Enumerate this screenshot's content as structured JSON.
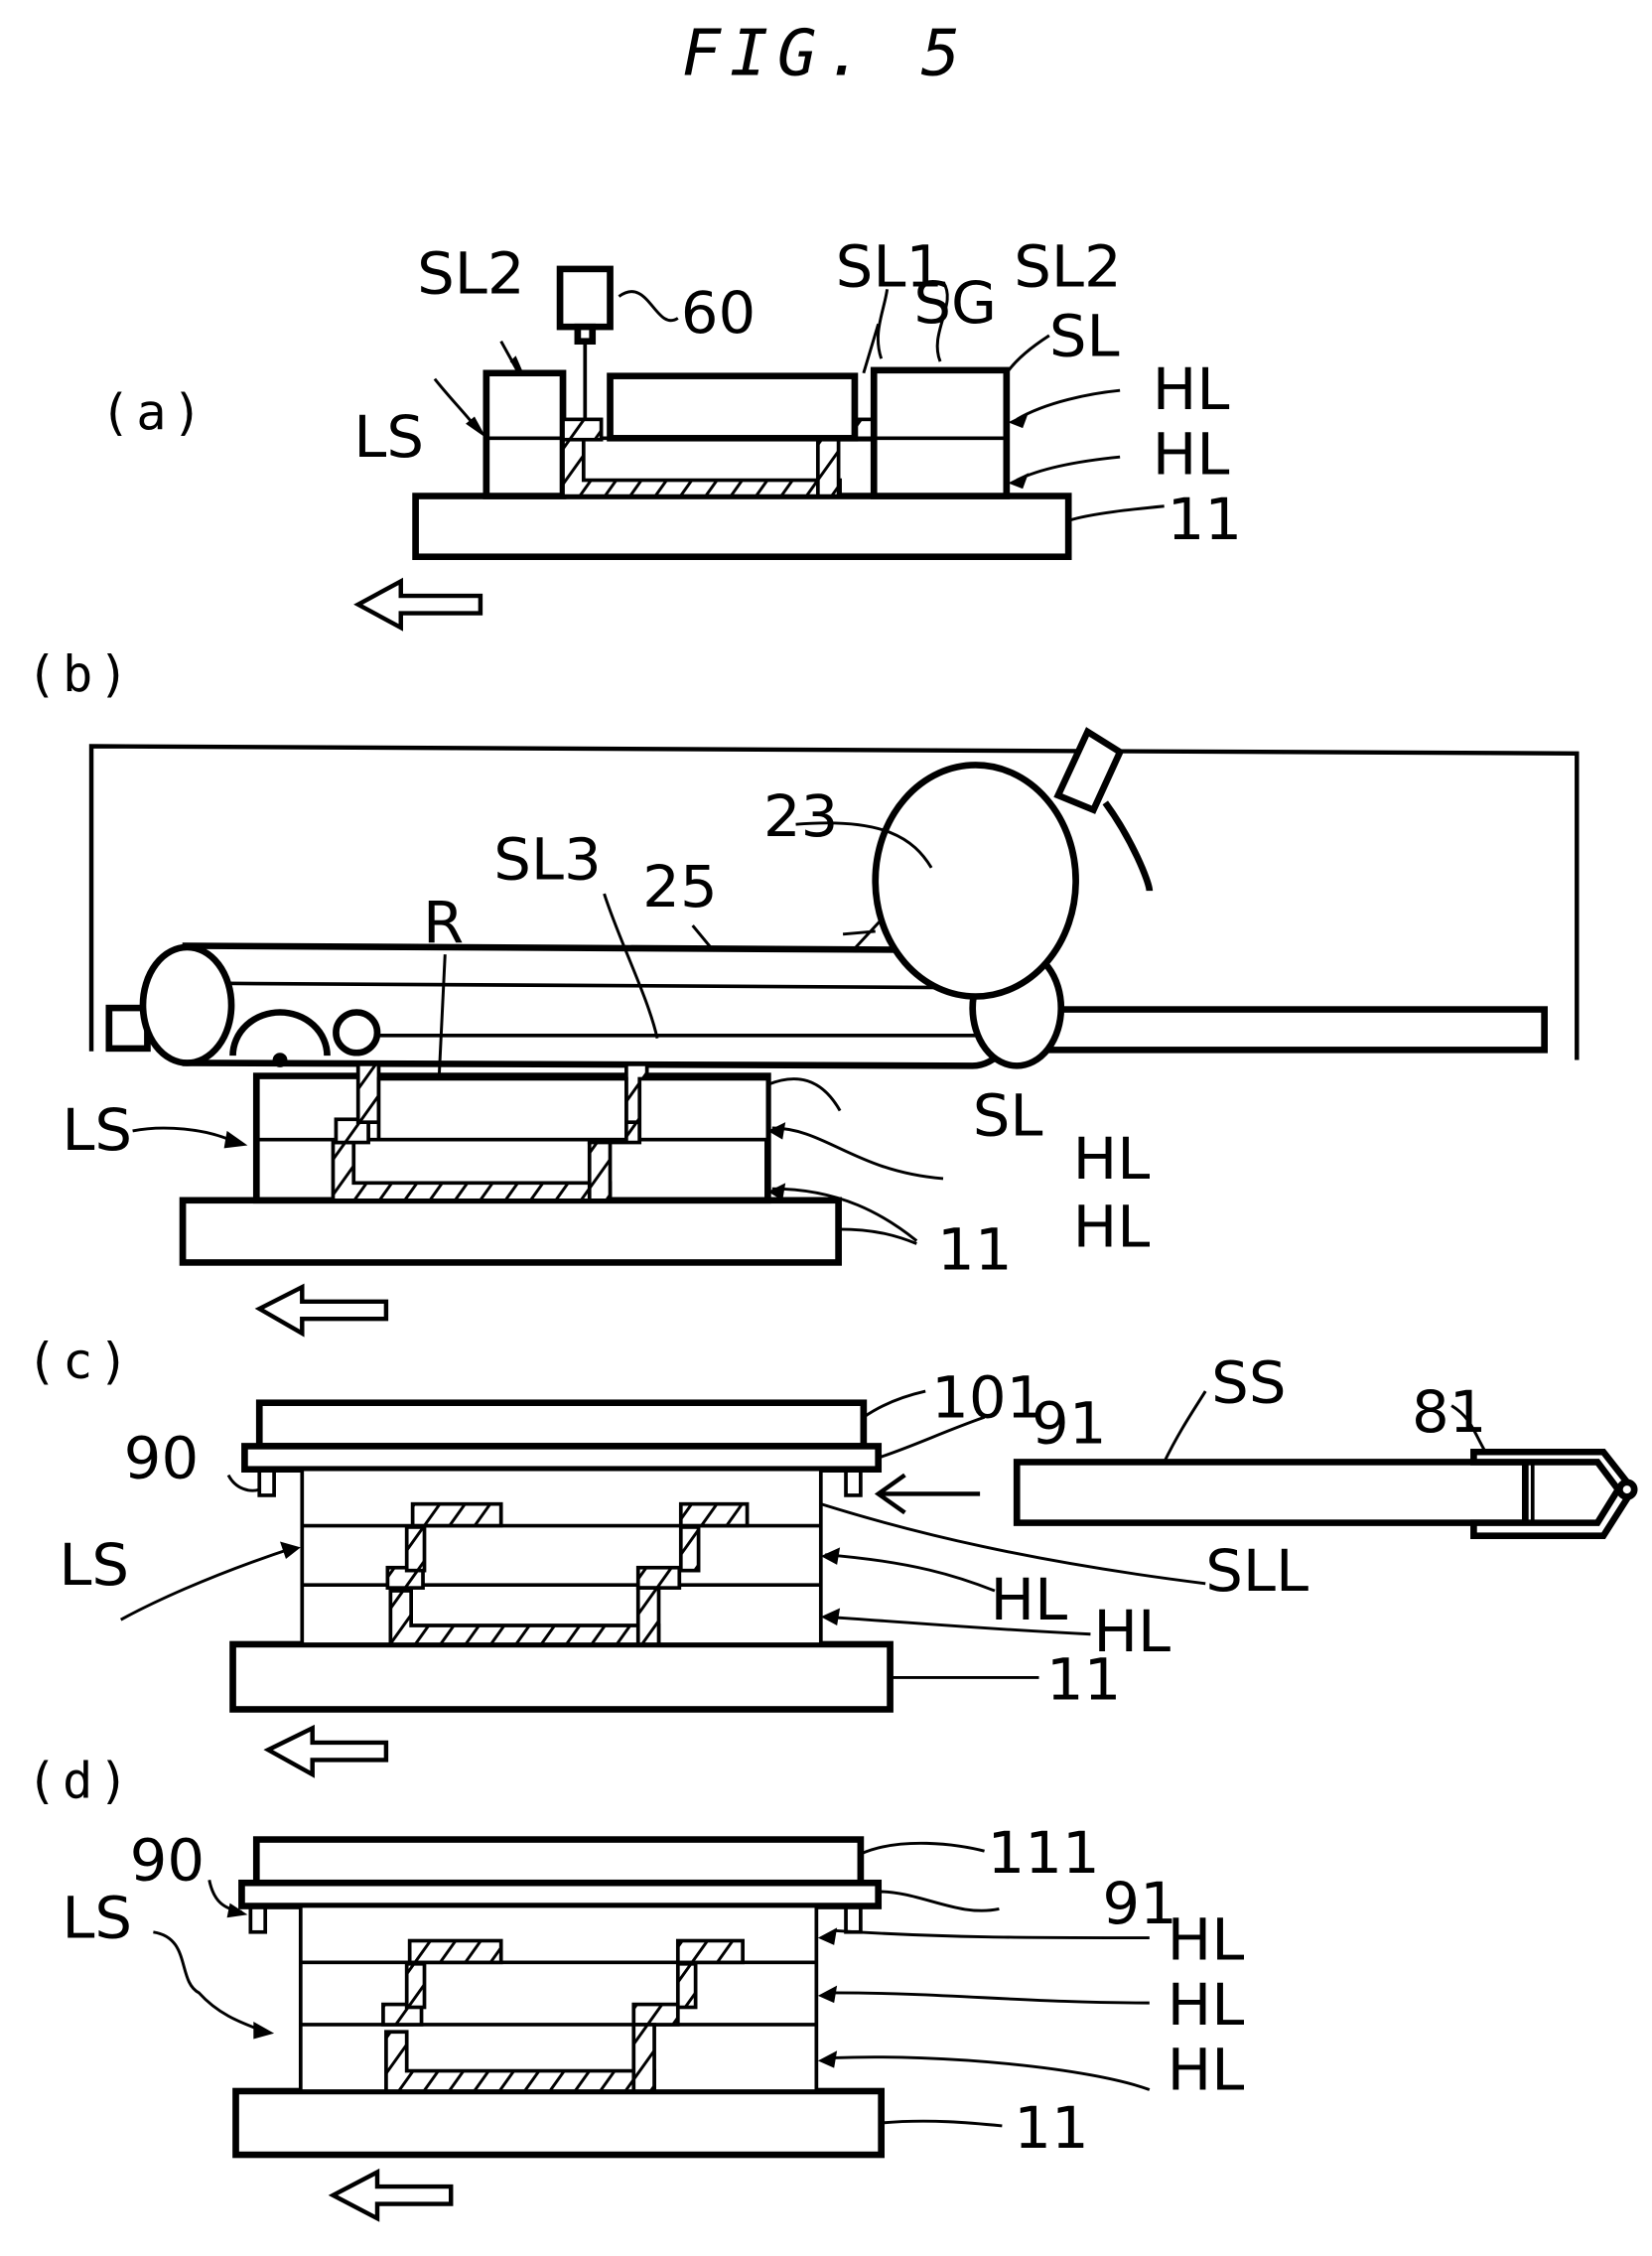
{
  "figure": {
    "title": "FIG. 5",
    "panels": {
      "a": {
        "label": "(a)",
        "labels": {
          "ls": "LS",
          "sl2_left": "SL2",
          "sensor": "60",
          "sl1": "SL1",
          "sg": "SG",
          "sl2_right": "SL2",
          "sl": "SL",
          "hl_top": "HL",
          "hl_bottom": "HL",
          "base": "11"
        },
        "direction": "left"
      },
      "b": {
        "label": "(b)",
        "labels": {
          "drum": "23",
          "belt": "25",
          "sl3": "SL3",
          "r": "R",
          "ls": "LS",
          "sl": "SL",
          "hl_top": "HL",
          "hl_bottom": "HL",
          "base": "11"
        },
        "direction": "left"
      },
      "c": {
        "label": "(c)",
        "labels": {
          "plate": "101",
          "frame": "91",
          "pin": "90",
          "ls": "LS",
          "ss": "SS",
          "tool": "81",
          "sll": "SLL",
          "hl_top": "HL",
          "hl_bottom": "HL",
          "base": "11"
        },
        "direction": "left"
      },
      "d": {
        "label": "(d)",
        "labels": {
          "plate": "111",
          "frame": "91",
          "pin": "90",
          "ls": "LS",
          "hl_1": "HL",
          "hl_2": "HL",
          "hl_3": "HL",
          "base": "11"
        },
        "direction": "left"
      }
    }
  }
}
